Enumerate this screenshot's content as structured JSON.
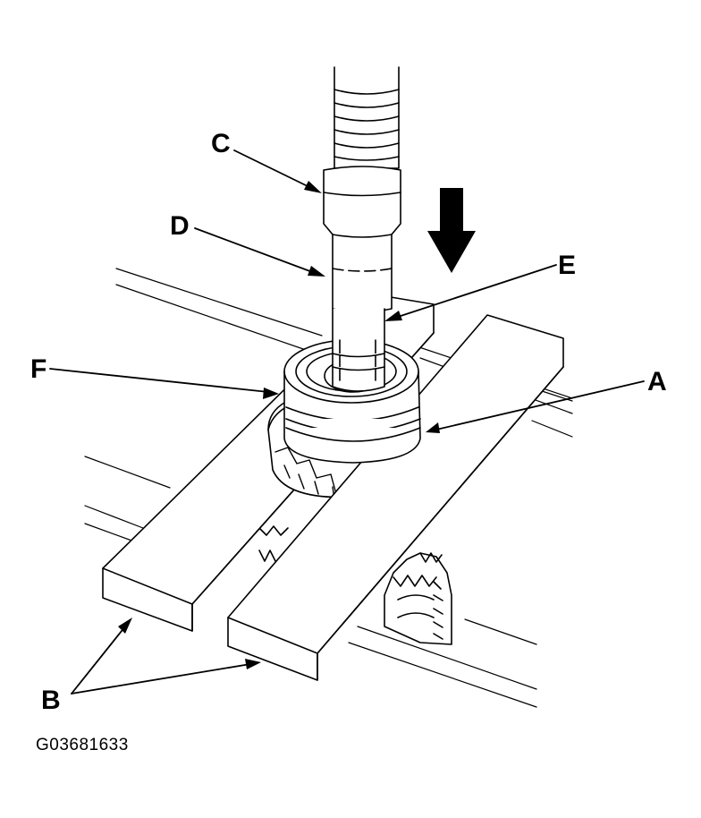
{
  "callouts": {
    "a": "A",
    "b": "B",
    "c": "C",
    "d": "D",
    "e": "E",
    "f": "F"
  },
  "figure_id": "G03681633",
  "colors": {
    "line": "#000000",
    "background": "#ffffff",
    "arrow_fill": "#000000"
  }
}
